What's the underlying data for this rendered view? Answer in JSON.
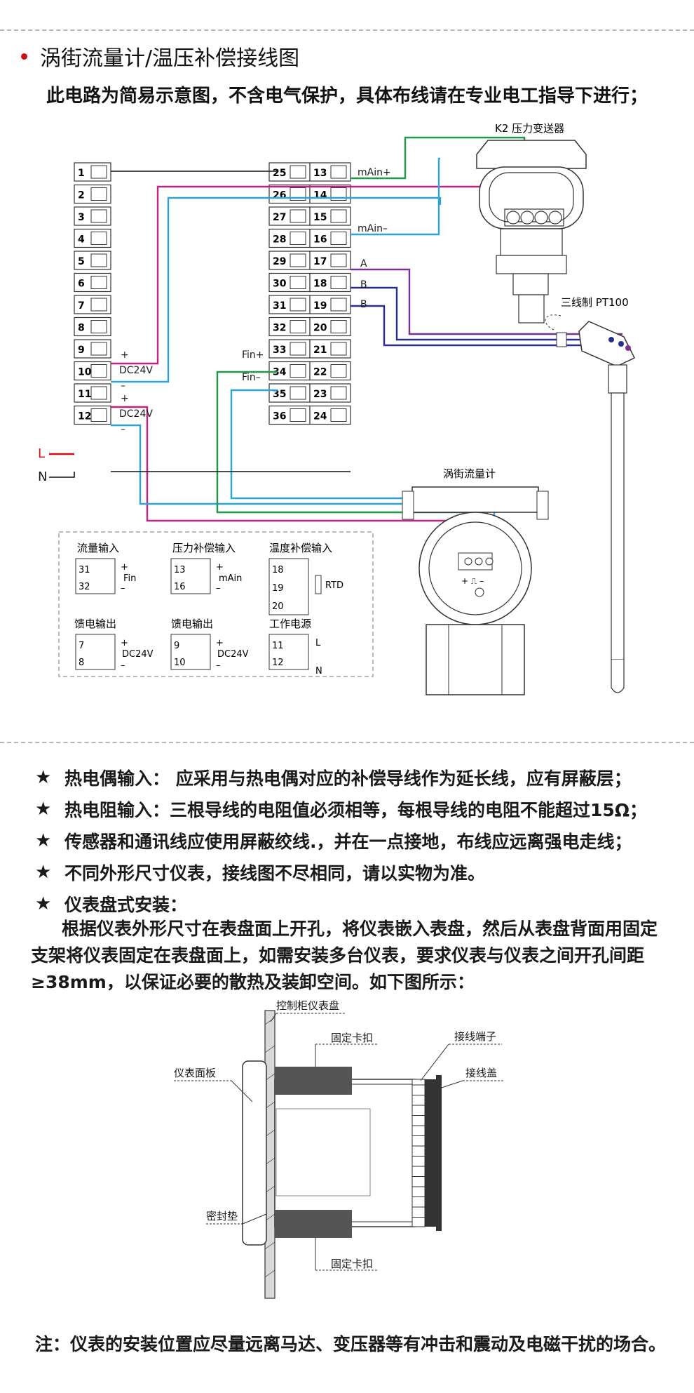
{
  "header": {
    "title": "涡街流量计/温压补偿接线图",
    "subtitle": "此电路为简易示意图，不含电气保护，具体布线请在专业电工指导下进行；"
  },
  "wiring": {
    "left_terminals": [
      "1",
      "2",
      "3",
      "4",
      "5",
      "6",
      "7",
      "8",
      "9",
      "10",
      "11",
      "12"
    ],
    "right_terminals_a": [
      "25",
      "26",
      "27",
      "28",
      "29",
      "30",
      "31",
      "32",
      "33",
      "34",
      "35",
      "36"
    ],
    "right_terminals_b": [
      "13",
      "14",
      "15",
      "16",
      "17",
      "18",
      "19",
      "20",
      "21",
      "22",
      "23",
      "24"
    ],
    "labels": {
      "plus1": "+",
      "dc24v1": "DC24V",
      "minus1": "–",
      "plus2": "+",
      "dc24v2": "DC24V",
      "minus2": "–",
      "L": "L",
      "N": "N",
      "main_plus": "mAin+",
      "main_minus": "mAin–",
      "A": "A",
      "B1": "B",
      "B2": "B",
      "fin_plus": "Fin+",
      "fin_minus": "Fin–"
    },
    "pressure_transmitter": {
      "title": "K2 压力变送器",
      "terminal_plus1": "+",
      "terminal_minus1": "–",
      "terminal_plus2": "+",
      "terminal_minus2": "–",
      "label_a": "A",
      "label_b": "B",
      "label_bracket": "A"
    },
    "pt100": {
      "title": "三线制 PT100"
    },
    "vortex_meter": {
      "title": "涡街流量计",
      "pulse_label": "+ ⎍ –"
    },
    "colors": {
      "magenta": "#c0227f",
      "cyan": "#2aa6da",
      "green": "#1f9a4a",
      "navy": "#26308c",
      "purple": "#7a2f97",
      "red": "#d40f12"
    }
  },
  "legend": {
    "flow_input": {
      "title": "流量输入",
      "t1": "31",
      "t2": "32",
      "plus": "+",
      "minus": "–",
      "name": "Fin"
    },
    "pressure_input": {
      "title": "压力补偿输入",
      "t1": "13",
      "t2": "16",
      "plus": "+",
      "minus": "–",
      "name": "mAin"
    },
    "temp_input": {
      "title": "温度补偿输入",
      "t1": "18",
      "t2": "19",
      "t3": "20",
      "name": "RTD"
    },
    "feed_out1": {
      "title": "馈电输出",
      "t1": "7",
      "t2": "8",
      "plus": "+",
      "minus": "–",
      "name": "DC24V"
    },
    "feed_out2": {
      "title": "馈电输出",
      "t1": "9",
      "t2": "10",
      "plus": "+",
      "minus": "–",
      "name": "DC24V"
    },
    "power": {
      "title": "工作电源",
      "t1": "11",
      "t2": "12",
      "L": "L",
      "N": "N"
    }
  },
  "notes": [
    {
      "star": "★",
      "text": "热电偶输入： 应采用与热电偶对应的补偿导线作为延长线，应有屏蔽层；"
    },
    {
      "star": "★",
      "text": "热电阻输入：三根导线的电阻值必须相等，每根导线的电阻不能超过15Ω；"
    },
    {
      "star": "★",
      "text": "传感器和通讯线应使用屏蔽绞线.，并在一点接地，布线应远离强电走线；"
    },
    {
      "star": "★",
      "text": "不同外形尺寸仪表，接线图不尽相同，请以实物为准。"
    },
    {
      "star": "★",
      "text": "仪表盘式安装："
    }
  ],
  "install_paragraph": "根据仪表外形尺寸在表盘面上开孔，将仪表嵌入表盘，然后从表盘背面用固定支架将仪表固定在表盘面上，如需安装多台仪表，要求仪表与仪表之间开孔间距≥38mm，以保证必要的散热及装卸空间。如下图所示：",
  "install_diagram": {
    "panel": "控制柜仪表盘",
    "clip_top": "固定卡扣",
    "terminal": "接线端子",
    "cover": "接线盖",
    "face": "仪表面板",
    "gasket": "密封垫",
    "clip_bottom": "固定卡扣"
  },
  "footer": "注：仪表的安装位置应尽量远离马达、变压器等有冲击和震动及电磁干扰的场合。"
}
